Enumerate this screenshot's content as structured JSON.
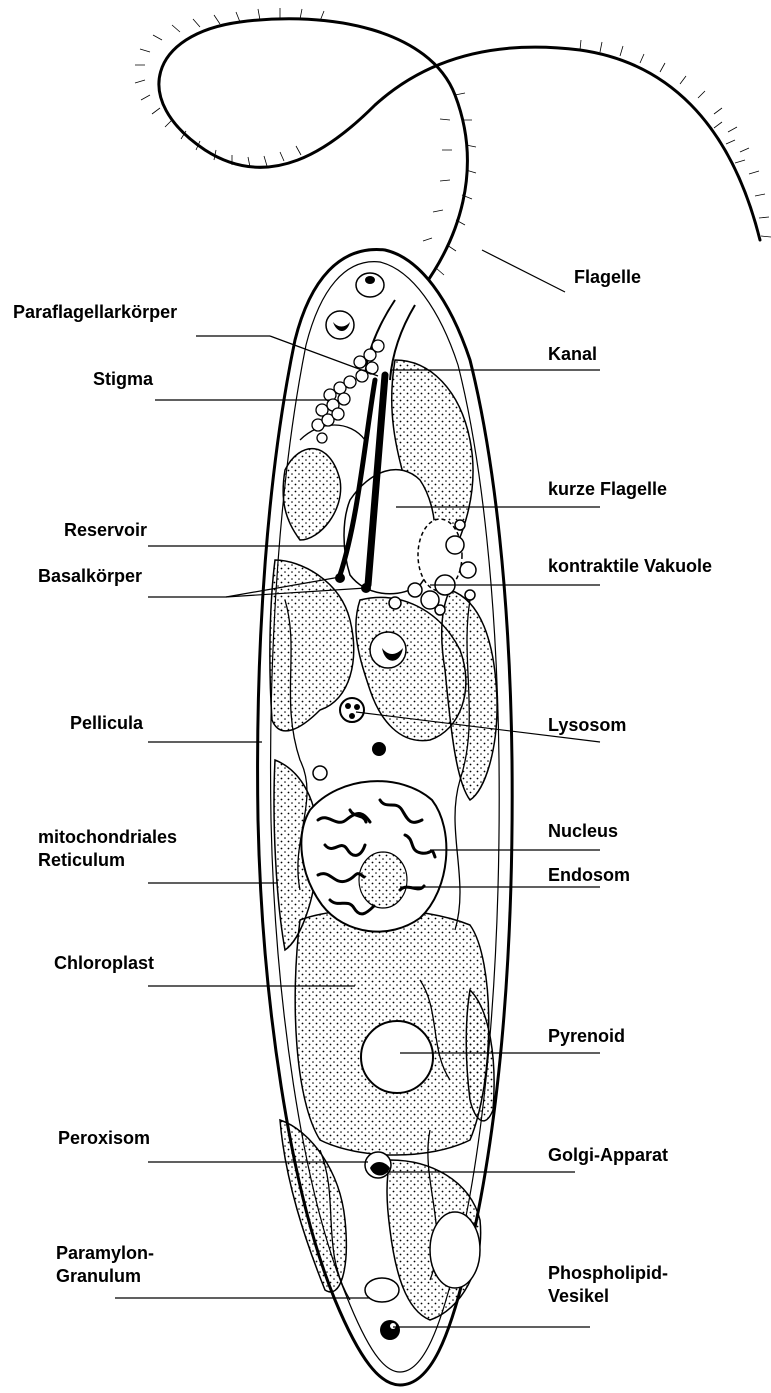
{
  "diagram": {
    "labels": {
      "flagelle": "Flagelle",
      "paraflagellarkoerper": "Paraflagellarkörper",
      "kanal": "Kanal",
      "stigma": "Stigma",
      "kurze_flagelle": "kurze Flagelle",
      "reservoir": "Reservoir",
      "basalkoerper": "Basalkörper",
      "kontraktile_vakuole": "kontraktile Vakuole",
      "pellicula": "Pellicula",
      "lysosom": "Lysosom",
      "mito_line1": "mitochondriales",
      "mito_line2": "Reticulum",
      "nucleus": "Nucleus",
      "endosom": "Endosom",
      "chloroplast": "Chloroplast",
      "pyrenoid": "Pyrenoid",
      "peroxisom": "Peroxisom",
      "golgi": "Golgi-Apparat",
      "paramylon_line1": "Paramylon-",
      "paramylon_line2": "Granulum",
      "phospho_line1": "Phospholipid-",
      "phospho_line2": "Vesikel"
    }
  }
}
